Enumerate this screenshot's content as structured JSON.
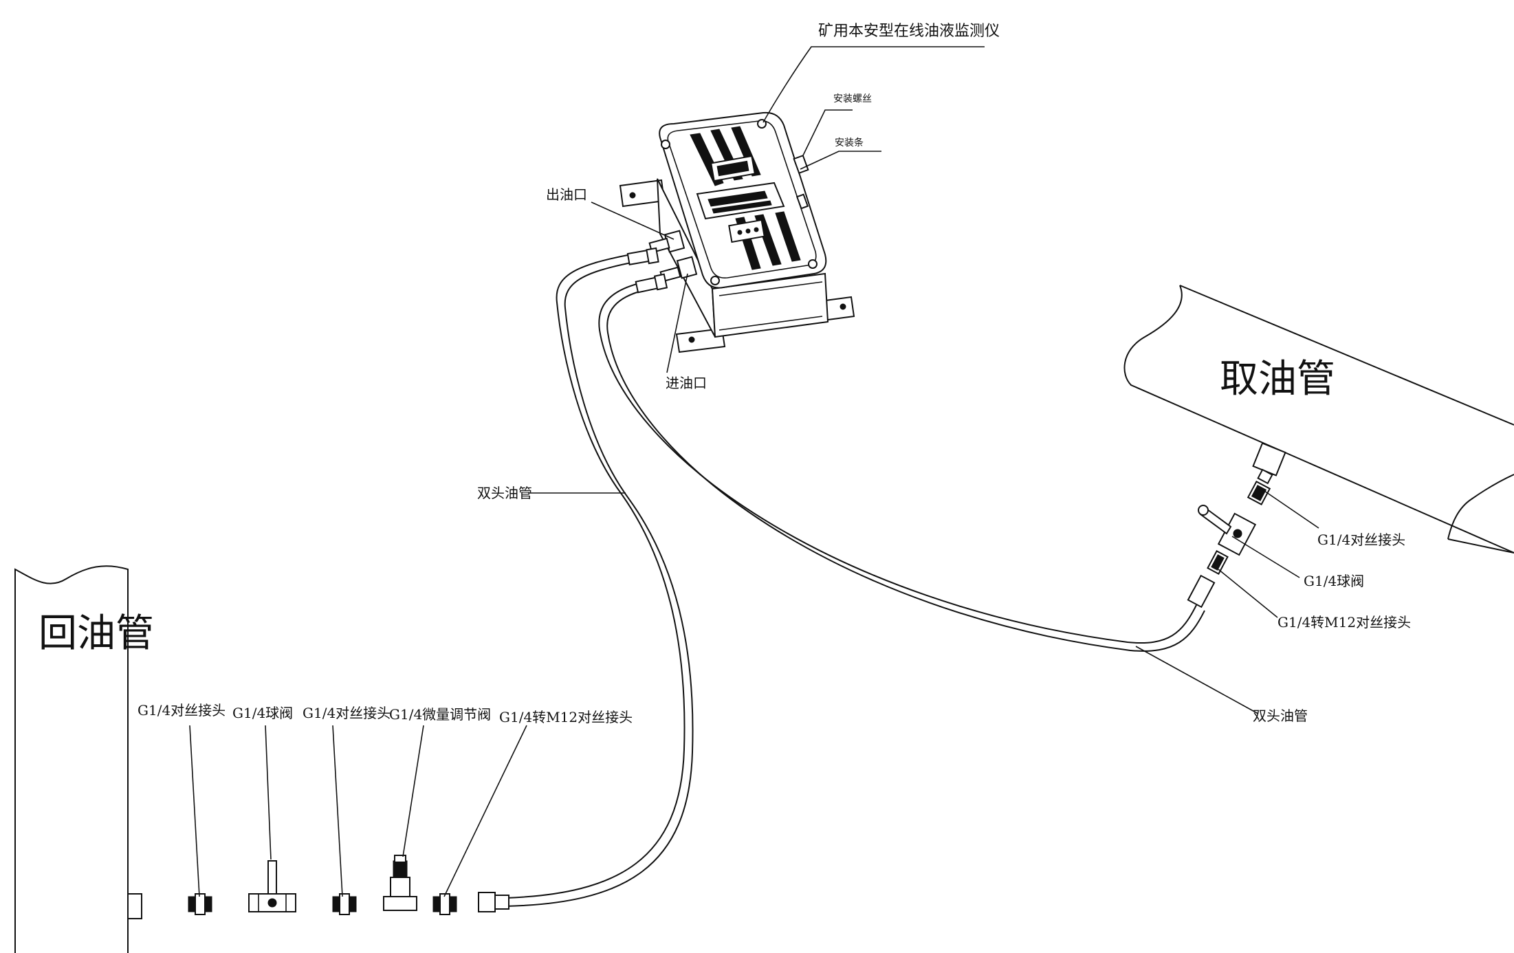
{
  "labels": {
    "monitor": "矿用本安型在线油液监测仪",
    "mount_screw": "安装螺丝",
    "mount_bar": "安装条",
    "oil_outlet": "出油口",
    "oil_inlet": "进油口",
    "hose_left": "双头油管",
    "hose_right": "双头油管",
    "return_pipe": "回油管",
    "intake_pipe": "取油管",
    "left_fittings": {
      "coupler_1": "G1/4对丝接头",
      "ball_valve": "G1/4球阀",
      "coupler_2": "G1/4对丝接头",
      "micro_valve": "G1/4微量调节阀",
      "adapter": "G1/4转M12对丝接头"
    },
    "right_fittings": {
      "coupler": "G1/4对丝接头",
      "ball_valve": "G1/4球阀",
      "adapter": "G1/4转M12对丝接头"
    }
  },
  "colors": {
    "line": "#111111",
    "background": "#ffffff"
  }
}
